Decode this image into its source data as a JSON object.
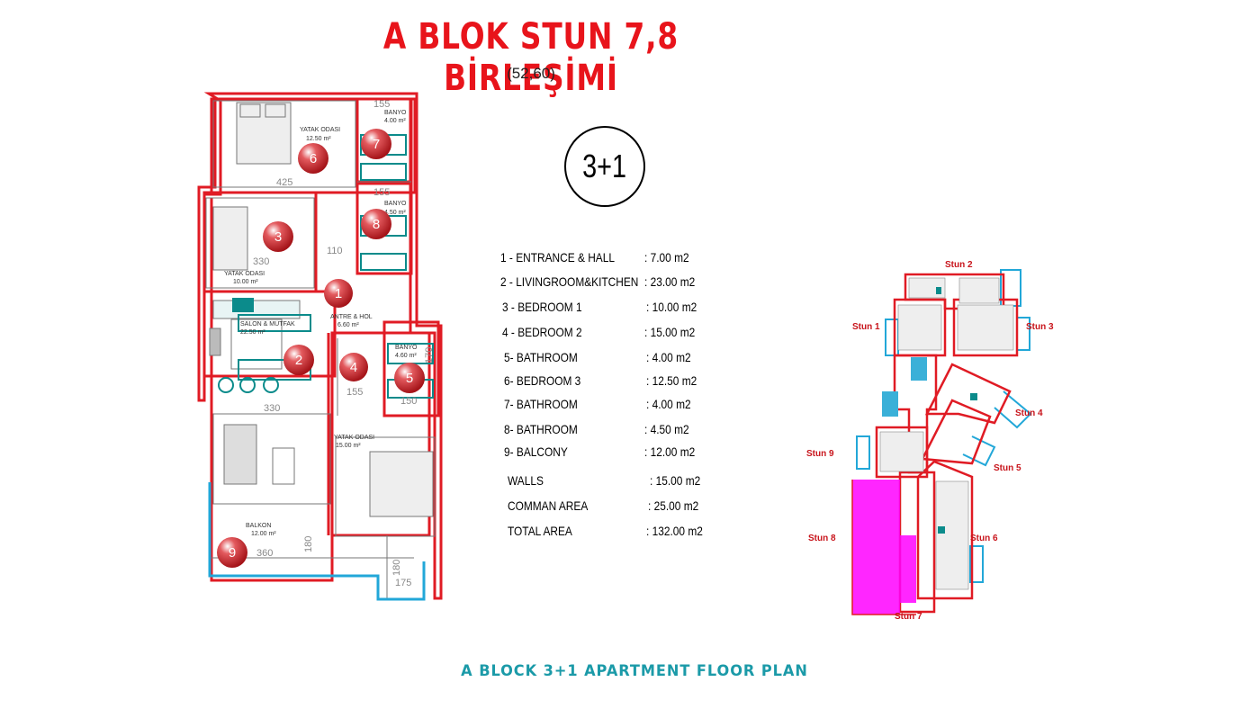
{
  "title": "A BLOK STUN 7,8 BİRLEŞİMİ",
  "subtitle": "(52,60)",
  "unit_type": "3+1",
  "area_rows": [
    {
      "label": "1 - ENTRANCE & HALL",
      "value": ": 7.00 m2"
    },
    {
      "label": "2 - LIVINGROOM&KITCHEN",
      "value": ": 23.00 m2"
    },
    {
      "label": "3 - BEDROOM   1",
      "value": ": 10.00 m2"
    },
    {
      "label": "4 - BEDROOM  2",
      "value": ":  15.00 m2"
    },
    {
      "label": "5- BATHROOM",
      "value": ": 4.00 m2"
    },
    {
      "label": "6- BEDROOM 3",
      "value": ": 12.50 m2"
    },
    {
      "label": "7- BATHROOM",
      "value": ": 4.00 m2"
    },
    {
      "label": "8- BATHROOM",
      "value": ": 4.50 m2"
    },
    {
      "label": "9- BALCONY",
      "value": ": 12.00 m2"
    },
    {
      "label": "WALLS",
      "value": ":   15.00 m2"
    },
    {
      "label": "COMMAN AREA",
      "value": ": 25.00 m2"
    },
    {
      "label": "TOTAL AREA",
      "value": ": 132.00 m2"
    }
  ],
  "plan": {
    "room_labels": {
      "bedroom3_name": "YATAK ODASI",
      "bedroom3_area": "12.50 m²",
      "bath7_name": "BANYO",
      "bath7_area": "4.00 m²",
      "bath8_name": "BANYO",
      "bath8_area": "4.50 m²",
      "bedroom1_name": "YATAK ODASI",
      "bedroom1_area": "10.00 m²",
      "living_name": "SALON & MUTFAK",
      "living_area": "22.50 m²",
      "hall_name": "ANTRE & HOL",
      "hall_area": "6.60 m²",
      "bath5_name": "BANYO",
      "bath5_area": "4.60 m²",
      "bedroom2_name": "YATAK ODASI",
      "bedroom2_area": "15.00 m²",
      "balcony_name": "BALKON",
      "balcony_area": "12.00 m²"
    },
    "dimensions": [
      "155",
      "425",
      "155",
      "330",
      "110",
      "155",
      "150",
      "330",
      "180",
      "360",
      "180",
      "175",
      "170"
    ],
    "markers": [
      "1",
      "2",
      "3",
      "4",
      "5",
      "6",
      "7",
      "8",
      "9"
    ]
  },
  "block_plan": {
    "labels": [
      "Stun 2",
      "Stun 1",
      "Stun 3",
      "Stun 4",
      "Stun 9",
      "Stun 5",
      "Stun 8",
      "Stun 6",
      "Stun 7"
    ]
  },
  "footer": "A BLOCK 3+1 APARTMENT FLOOR PLAN",
  "colors": {
    "title_red": "#e8141b",
    "wall_red": "#e01b24",
    "balcony_blue": "#22a7d8",
    "marker_red": "#c8282d",
    "highlight_magenta": "#ff00ff",
    "footer_teal": "#1b9aa8"
  }
}
